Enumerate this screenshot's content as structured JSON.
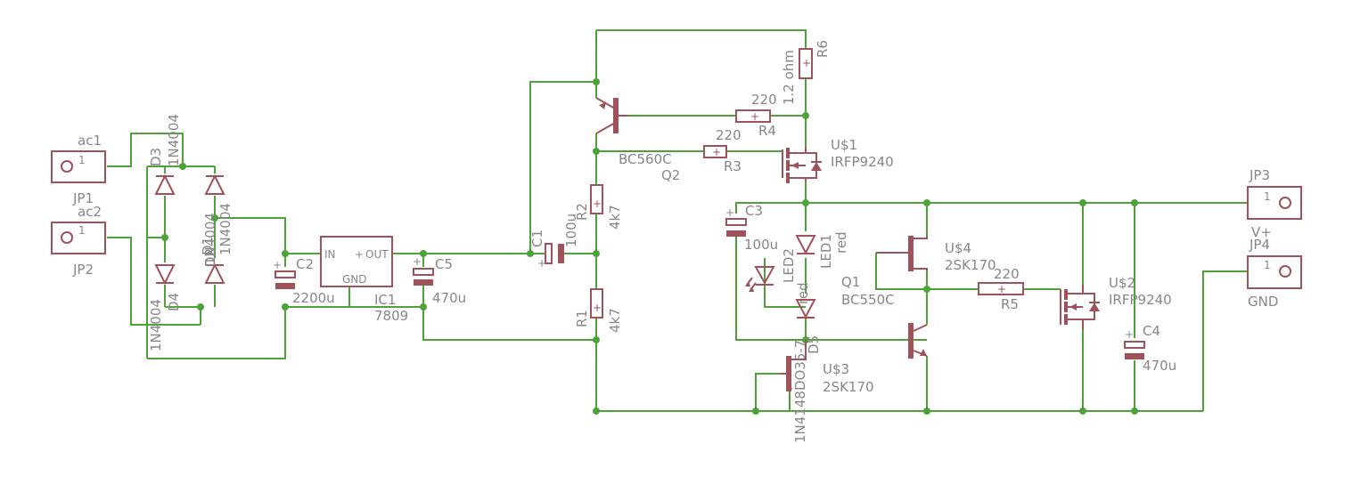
{
  "colors": {
    "wire": "#4da33a",
    "component": "#a0525a",
    "label": "#878787",
    "background": "#ffffff"
  },
  "connectors": {
    "ac1": {
      "name": "ac1",
      "part": "JP1",
      "pin": "1"
    },
    "ac2": {
      "name": "ac2",
      "part": "JP2",
      "pin": "1"
    },
    "jp3": {
      "part": "JP3",
      "pin": "1",
      "net": "V+"
    },
    "jp4": {
      "part": "JP4",
      "pin": "1",
      "net": "GND"
    }
  },
  "diodes": {
    "d3": {
      "name": "D3",
      "value": "1N4004"
    },
    "d4": {
      "name": "D4",
      "value": "1N4004"
    },
    "d1": {
      "name": "D1",
      "value": "1N4004"
    },
    "d2": {
      "name": "D2",
      "value": "1N4004"
    },
    "d5": {
      "name": "D5",
      "value": "1N4148DO35-7"
    }
  },
  "capacitors": {
    "c2": {
      "name": "C2",
      "value": "2200u"
    },
    "c5": {
      "name": "C5",
      "value": "470u"
    },
    "c1": {
      "name": "C1",
      "value": "100u"
    },
    "c3": {
      "name": "C3",
      "value": "100u"
    },
    "c4": {
      "name": "C4",
      "value": "470u"
    }
  },
  "regulator": {
    "name": "IC1",
    "value": "7809",
    "pin_in": "IN",
    "pin_out": "OUT",
    "pin_gnd": "GND"
  },
  "resistors": {
    "r1": {
      "name": "R1",
      "value": "4k7"
    },
    "r2": {
      "name": "R2",
      "value": "4k7"
    },
    "r3": {
      "name": "R3",
      "value": "220"
    },
    "r4": {
      "name": "R4",
      "value": "220"
    },
    "r5": {
      "name": "R5",
      "value": "220"
    },
    "r6": {
      "name": "R6",
      "value": "1.2 ohm"
    }
  },
  "transistors": {
    "q2": {
      "name": "Q2",
      "value": "BC560C"
    },
    "q1": {
      "name": "Q1",
      "value": "BC550C"
    },
    "u1": {
      "name": "U$1",
      "value": "IRFP9240"
    },
    "u2": {
      "name": "U$2",
      "value": "IRFP9240"
    },
    "u3": {
      "name": "U$3",
      "value": "2SK170"
    },
    "u4": {
      "name": "U$4",
      "value": "2SK170"
    }
  },
  "leds": {
    "led1": {
      "name": "LED1",
      "value": "red"
    },
    "led2": {
      "name": "LED2",
      "value": "red"
    }
  }
}
